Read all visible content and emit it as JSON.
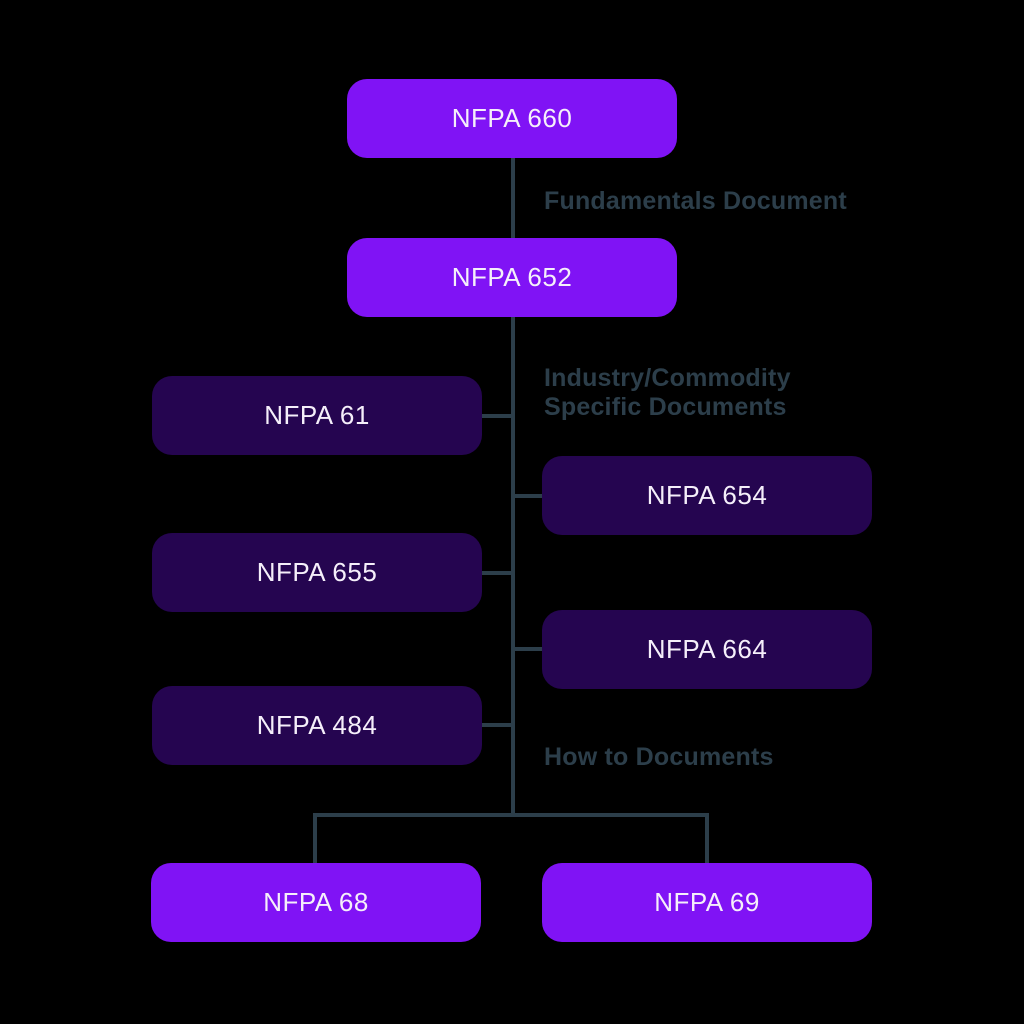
{
  "diagram": {
    "background_color": "#000000",
    "colors": {
      "primary_node": "#8013F5",
      "secondary_node": "#250550",
      "node_text": "#F5EFFA",
      "connector": "#2C3E4A",
      "section_label_text": "#2C3E4A"
    },
    "nodes": {
      "nfpa660": {
        "label": "NFPA 660",
        "type": "primary"
      },
      "nfpa652": {
        "label": "NFPA 652",
        "type": "primary"
      },
      "nfpa61": {
        "label": "NFPA 61",
        "type": "secondary"
      },
      "nfpa654": {
        "label": "NFPA 654",
        "type": "secondary"
      },
      "nfpa655": {
        "label": "NFPA 655",
        "type": "secondary"
      },
      "nfpa664": {
        "label": "NFPA 664",
        "type": "secondary"
      },
      "nfpa484": {
        "label": "NFPA 484",
        "type": "secondary"
      },
      "nfpa68": {
        "label": "NFPA 68",
        "type": "primary"
      },
      "nfpa69": {
        "label": "NFPA 69",
        "type": "primary"
      }
    },
    "section_labels": {
      "fundamentals": "Fundamentals Document",
      "industry_line1": "Industry/Commodity",
      "industry_line2": "Specific Documents",
      "howto": "How to Documents"
    }
  }
}
